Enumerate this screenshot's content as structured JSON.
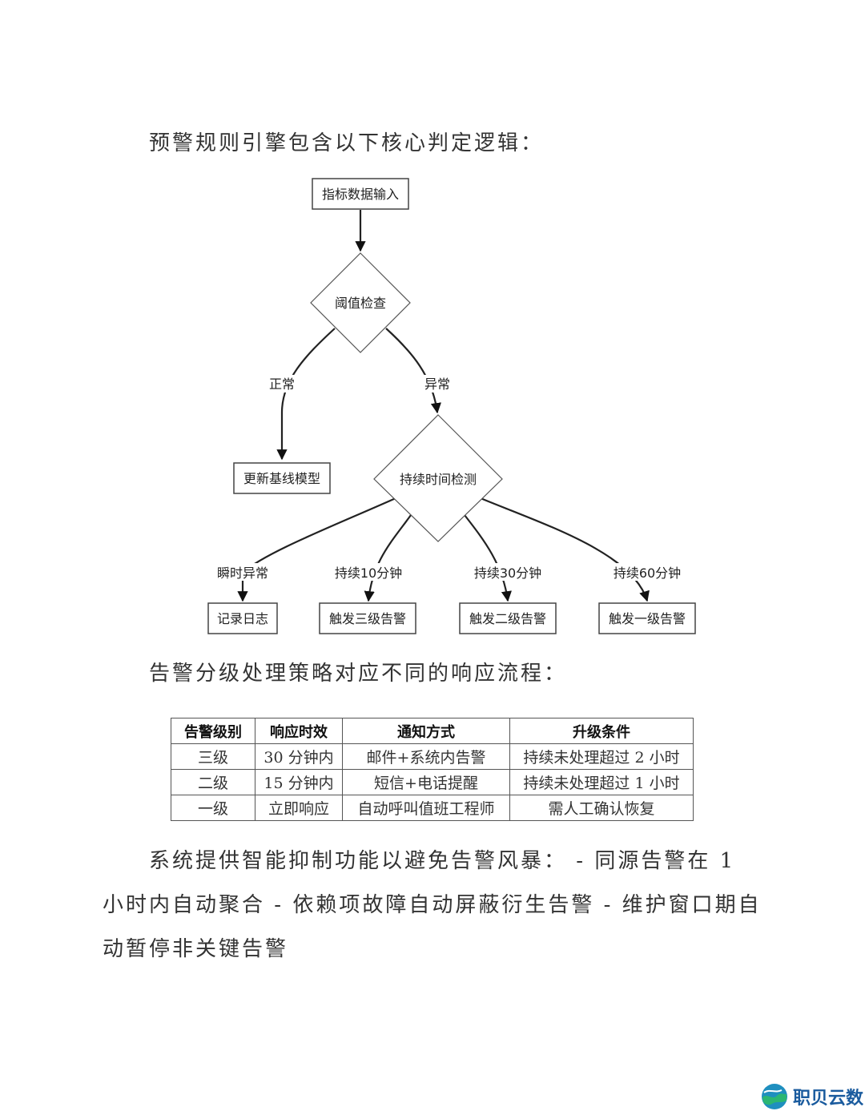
{
  "intro_text": "预警规则引擎包含以下核心判定逻辑：",
  "flowchart": {
    "input": "指标数据输入",
    "threshold": "阈值检查",
    "normal_label": "正常",
    "abnormal_label": "异常",
    "update": "更新基线模型",
    "duration": "持续时间检测",
    "edge_instant": "瞬时异常",
    "edge_10": "持续10分钟",
    "edge_30": "持续30分钟",
    "edge_60": "持续60分钟",
    "log": "记录日志",
    "level3": "触发三级告警",
    "level2": "触发二级告警",
    "level1": "触发一级告警"
  },
  "table_intro": "告警分级处理策略对应不同的响应流程：",
  "table": {
    "headers": [
      "告警级别",
      "响应时效",
      "通知方式",
      "升级条件"
    ],
    "rows": [
      [
        "三级",
        "30 分钟内",
        "邮件+系统内告警",
        "持续未处理超过 2 小时"
      ],
      [
        "二级",
        "15 分钟内",
        "短信+电话提醒",
        "持续未处理超过 1 小时"
      ],
      [
        "一级",
        "立即响应",
        "自动呼叫值班工程师",
        "需人工确认恢复"
      ]
    ]
  },
  "closing_text": "系统提供智能抑制功能以避免告警风暴： - 同源告警在 1 小时内自动聚合 - 依赖项故障自动屏蔽衍生告警 - 维护窗口期自动暂停非关键告警",
  "logo": {
    "text": "职贝云数",
    "icon": "wave-globe-icon"
  }
}
